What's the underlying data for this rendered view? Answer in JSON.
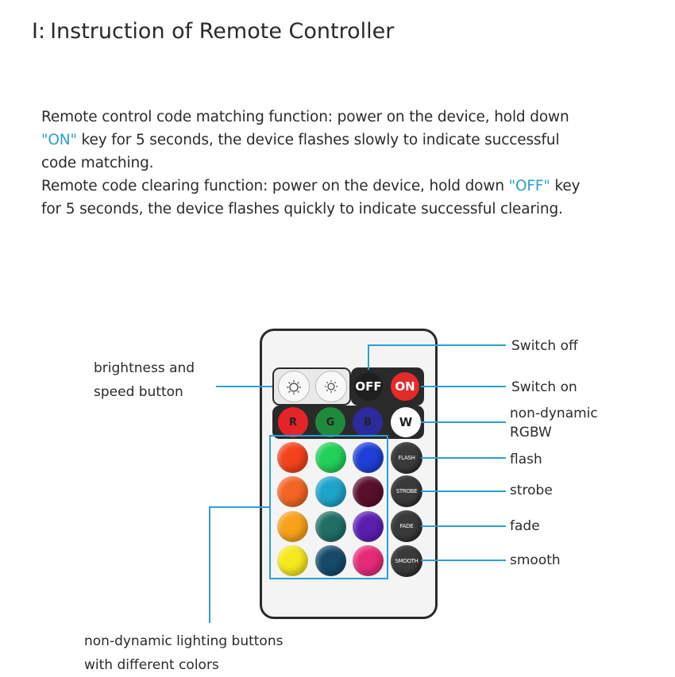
{
  "heading": {
    "number": "I:",
    "text": "Instruction of Remote Controller"
  },
  "instructions": {
    "p1_a": "Remote control code matching function: power on the device, hold down",
    "p1_on": "\"ON\"",
    "p1_b": " key for 5 seconds, the device flashes slowly to indicate successful",
    "p1_c": "code matching.",
    "p2_a": "Remote code clearing function: power on the device, hold down ",
    "p2_off": "\"OFF\"",
    "p2_b": " key",
    "p2_c": "for 5 seconds, the device flashes quickly to indicate successful clearing."
  },
  "remote": {
    "off_label": "OFF",
    "on_label": "ON",
    "r_label": "R",
    "g_label": "G",
    "b_label": "B",
    "w_label": "W",
    "flash_btn": "FLASH",
    "strobe_btn": "STROBE",
    "fade_btn": "FADE",
    "smooth_btn": "SMOOTH",
    "colors": {
      "r": "#e5242a",
      "g": "#1f8a3c",
      "b": "#2d2a9c",
      "grid": [
        [
          "#f2431c",
          "#22d05a",
          "#1f3fd8"
        ],
        [
          "#f26522",
          "#1ea4c9",
          "#5a0f2c"
        ],
        [
          "#f7a21b",
          "#1f6f66",
          "#5b1fb0"
        ],
        [
          "#f6e81f",
          "#174a6a",
          "#e52a7a"
        ]
      ]
    }
  },
  "callouts": {
    "brightness_1": "brightness  and",
    "brightness_2": "speed button",
    "switch_off": "Switch off",
    "switch_on": "Switch on",
    "nondyn_1": "non-dynamic",
    "nondyn_2": "RGBW",
    "flash": "flash",
    "strobe": "strobe",
    "fade": "fade",
    "smooth": "smooth",
    "lighting_1": "non-dynamic  lighting  buttons",
    "lighting_2": "with different colors"
  },
  "accent_color": "#2aa0d2"
}
